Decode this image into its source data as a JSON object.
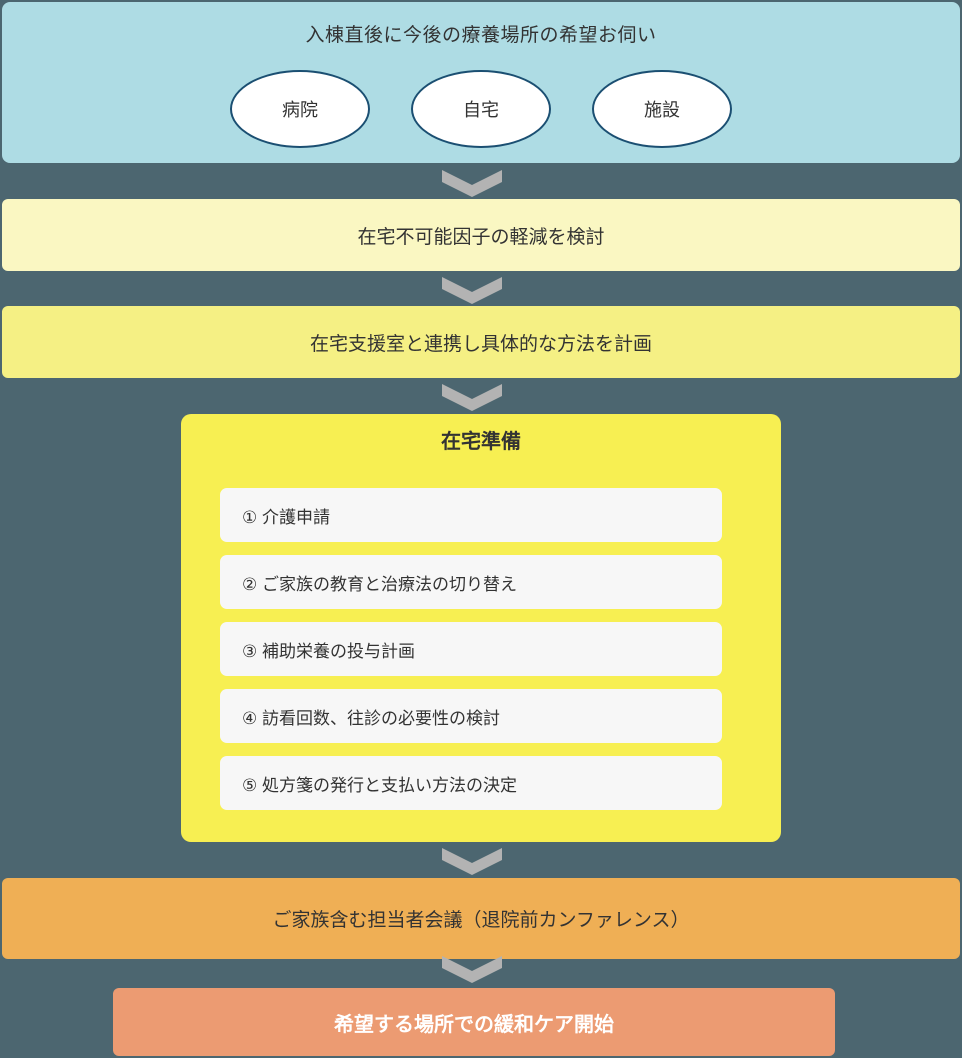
{
  "colors": {
    "background": "#4c6670",
    "intake_panel": "#aedce4",
    "ellipse_border": "#1b4f72",
    "ellipse_fill": "#ffffff",
    "chevron": "#b3b3b3",
    "step_band_1": "#faf7c2",
    "step_band_2": "#f5f084",
    "prep_container": "#f7ef52",
    "prep_item": "#f7f7f7",
    "conference_band": "#efaf55",
    "final_band": "#ec9b72",
    "text_dark": "#333333",
    "text_light": "#ffffff"
  },
  "intake": {
    "title": "入棟直後に今後の療養場所の希望お伺い",
    "choices": [
      {
        "label": "病院"
      },
      {
        "label": "自宅"
      },
      {
        "label": "施設"
      }
    ]
  },
  "steps": [
    {
      "label": "在宅不可能因子の軽減を検討"
    },
    {
      "label": "在宅支援室と連携し具体的な方法を計画"
    }
  ],
  "preparation": {
    "heading": "在宅準備",
    "items": [
      {
        "label": "① 介護申請"
      },
      {
        "label": "② ご家族の教育と治療法の切り替え"
      },
      {
        "label": "③ 補助栄養の投与計画"
      },
      {
        "label": "④ 訪看回数、往診の必要性の検討"
      },
      {
        "label": "⑤ 処方箋の発行と支払い方法の決定"
      }
    ]
  },
  "conference": {
    "label": "ご家族含む担当者会議（退院前カンファレンス）"
  },
  "final": {
    "label": "希望する場所での緩和ケア開始"
  },
  "connectors": [
    {
      "name": "chevron-down-icon"
    },
    {
      "name": "chevron-down-icon"
    },
    {
      "name": "chevron-down-icon"
    },
    {
      "name": "chevron-down-icon"
    },
    {
      "name": "chevron-down-icon"
    }
  ]
}
